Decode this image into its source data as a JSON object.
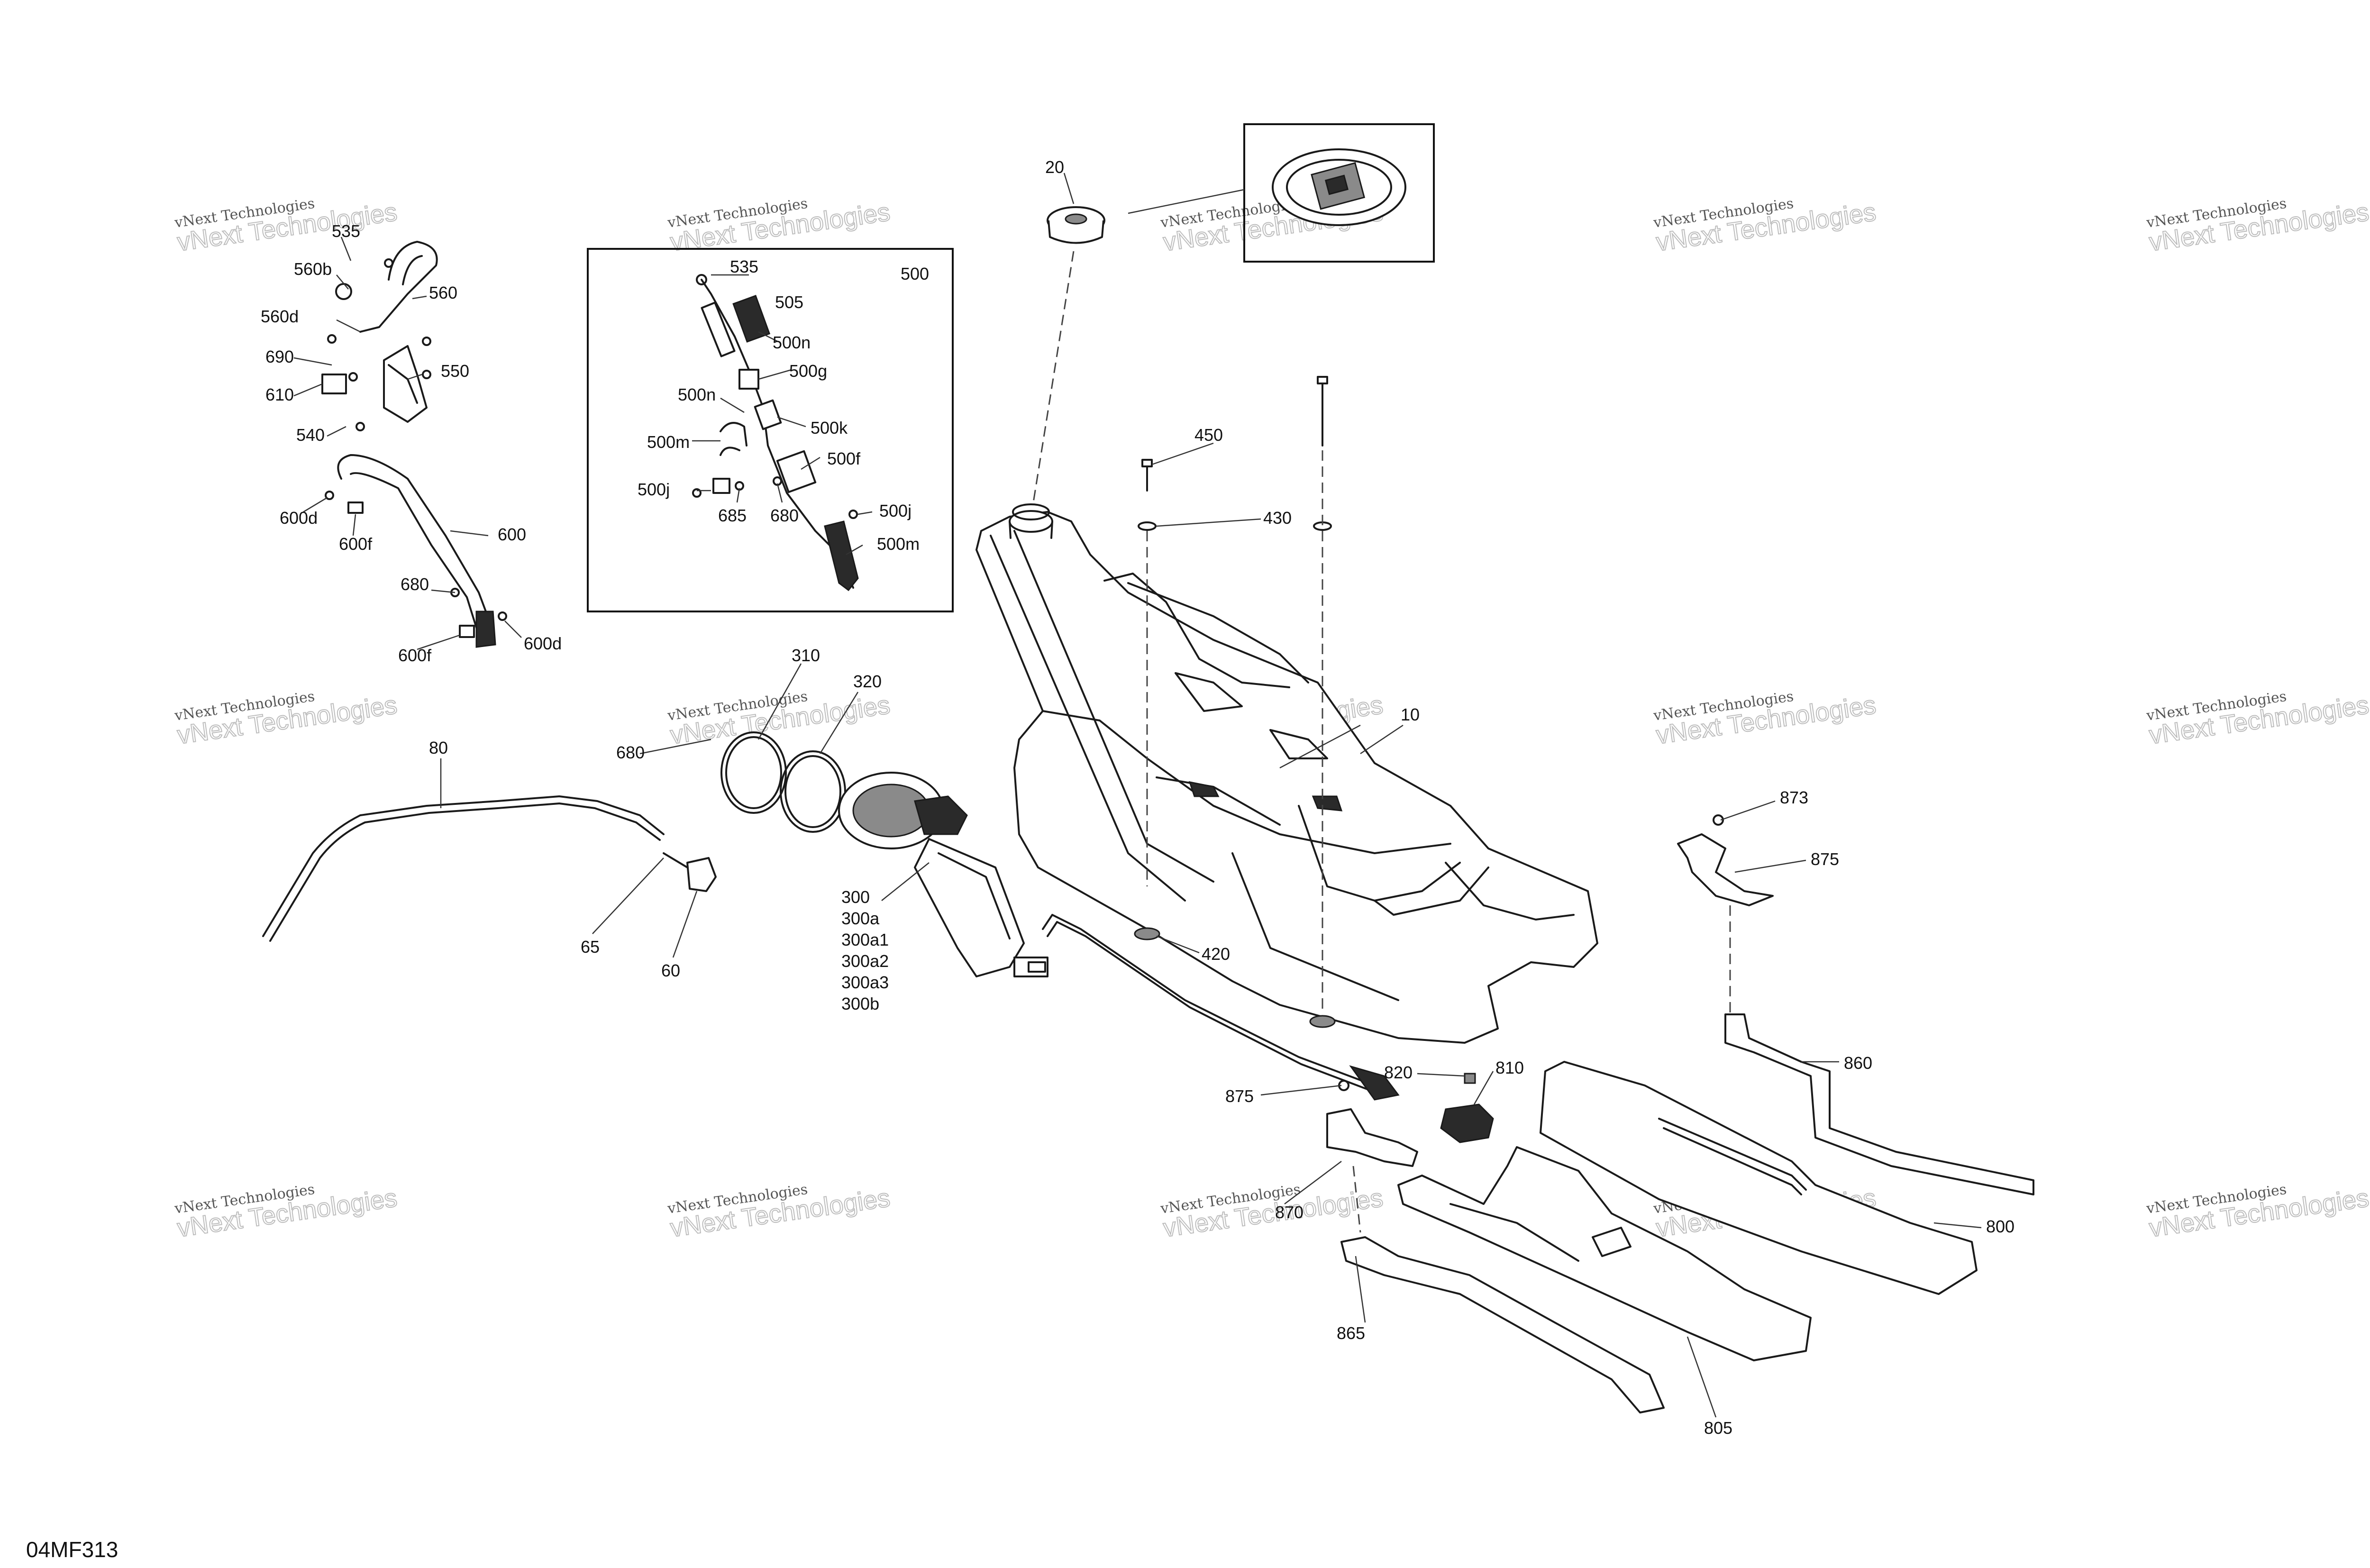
{
  "diagram_ref": "04MF313",
  "watermark": {
    "line1": "vNext Technologies",
    "line2": "vNext Technologies"
  },
  "callouts": {
    "c10": "10",
    "c20": "20",
    "c60": "60",
    "c65": "65",
    "c80": "80",
    "c300": "300",
    "c300a": "300a",
    "c300a1": "300a1",
    "c300a2": "300a2",
    "c300a3": "300a3",
    "c300b": "300b",
    "c310": "310",
    "c320": "320",
    "c420": "420",
    "c430": "430",
    "c450": "450",
    "c500": "500",
    "c500f": "500f",
    "c500g": "500g",
    "c500j_a": "500j",
    "c500j_b": "500j",
    "c500k": "500k",
    "c500m_a": "500m",
    "c500m_b": "500m",
    "c500n_a": "500n",
    "c500n_b": "500n",
    "c505": "505",
    "c535_inset": "535",
    "c535": "535",
    "c540": "540",
    "c550": "550",
    "c560": "560",
    "c560b": "560b",
    "c560d": "560d",
    "c600": "600",
    "c600d_a": "600d",
    "c600d_b": "600d",
    "c600f_a": "600f",
    "c600f_b": "600f",
    "c610": "610",
    "c680_a": "680",
    "c680_b": "680",
    "c680_c": "680",
    "c685": "685",
    "c690": "690",
    "c800": "800",
    "c805": "805",
    "c810": "810",
    "c820": "820",
    "c860": "860",
    "c865": "865",
    "c870": "870",
    "c873": "873",
    "c875_a": "875",
    "c875_b": "875"
  }
}
